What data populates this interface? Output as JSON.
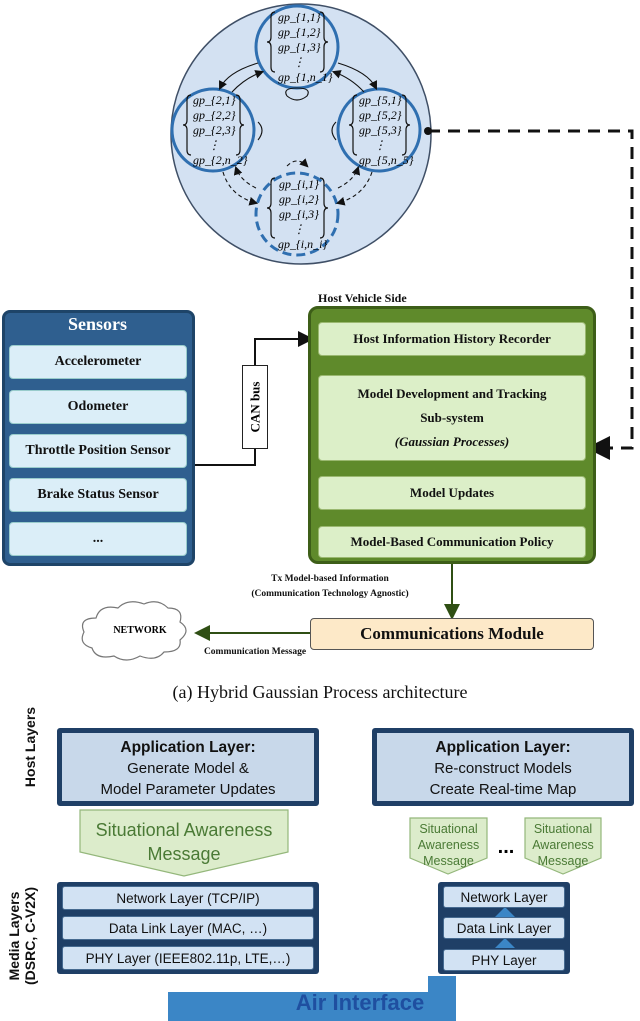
{
  "gp_model_set": {
    "circle_top": [
      "gp_{1,1}",
      "gp_{1,2}",
      "gp_{1,3}",
      "⋮",
      "gp_{1,n_1}"
    ],
    "circle_left": [
      "gp_{2,1}",
      "gp_{2,2}",
      "gp_{2,3}",
      "⋮",
      "gp_{2,n_2}"
    ],
    "circle_right": [
      "gp_{5,1}",
      "gp_{5,2}",
      "gp_{5,3}",
      "⋮",
      "gp_{5,n_5}"
    ],
    "circle_bottom": [
      "gp_{i,1}",
      "gp_{i,2}",
      "gp_{i,3}",
      "⋮",
      "gp_{i,n_i}"
    ]
  },
  "sensors": {
    "title": "Sensors",
    "items": [
      "Accelerometer",
      "Odometer",
      "Throttle Position Sensor",
      "Brake Status Sensor",
      "..."
    ]
  },
  "can_bus": "CAN bus",
  "host": {
    "label": "Host Vehicle Side",
    "history_recorder": "Host Information History Recorder",
    "model_dev_line1": "Model Development and Tracking",
    "model_dev_line2": "Sub-system",
    "model_dev_line3": "(Gaussian Processes)",
    "model_updates": "Model Updates",
    "comm_policy": "Model-Based Communication Policy"
  },
  "tx_label_line1": "Tx Model-based Information",
  "tx_label_line2": "(Communication Technology Agnostic)",
  "communications_module": "Communications Module",
  "network": "NETWORK",
  "communication_message": "Communication Message",
  "caption": "(a) Hybrid Gaussian Process architecture",
  "bottom": {
    "host_layers_label": "Host Layers",
    "media_layers_line1": "Media Layers",
    "media_layers_line2": "(DSRC, C-V2X)",
    "left_app_title": "Application Layer:",
    "left_app_line1": "Generate Model &",
    "left_app_line2": "Model Parameter Updates",
    "right_app_title": "Application Layer:",
    "right_app_line1": "Re-construct Models",
    "right_app_line2": "Create Real-time Map",
    "sa_message_line1": "Situational Awareness",
    "sa_message_line2": "Message",
    "sa_small_line1": "Situational",
    "sa_small_line2": "Awareness",
    "sa_small_line3": "Message",
    "ellipsis": "...",
    "left_network": "Network Layer (TCP/IP)",
    "left_datalink": "Data Link Layer (MAC, …)",
    "left_phy": "PHY Layer (IEEE802.11p, LTE,…)",
    "right_network": "Network Layer",
    "right_datalink": "Data Link Layer",
    "right_phy": "PHY Layer",
    "air_interface": "Air Interface"
  },
  "colors": {
    "sensor_panel": "#2f5f8f",
    "host_panel": "#5f8a2b",
    "comm_module": "#fde9c8",
    "app_border": "#1f3f66",
    "air_arrow": "#3b86c6",
    "sa_green": "#dceccb"
  }
}
